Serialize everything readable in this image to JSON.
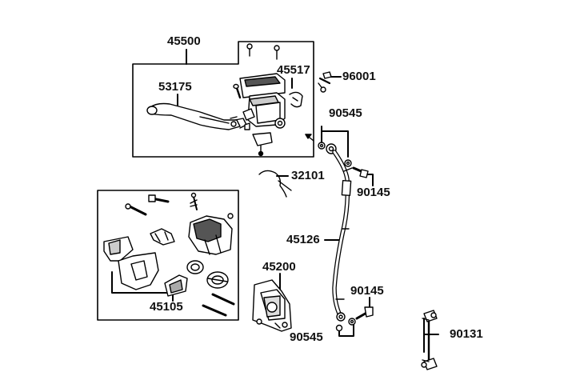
{
  "parts": [
    {
      "id": "p45500",
      "number": "45500"
    },
    {
      "id": "p45517",
      "number": "45517"
    },
    {
      "id": "p96001",
      "number": "96001"
    },
    {
      "id": "p53175",
      "number": "53175"
    },
    {
      "id": "p90545a",
      "number": "90545"
    },
    {
      "id": "p32101",
      "number": "32101"
    },
    {
      "id": "p90145a",
      "number": "90145"
    },
    {
      "id": "p45126",
      "number": "45126"
    },
    {
      "id": "p45200",
      "number": "45200"
    },
    {
      "id": "p45105",
      "number": "45105"
    },
    {
      "id": "p90145b",
      "number": "90145"
    },
    {
      "id": "p90545b",
      "number": "90545"
    },
    {
      "id": "p90131",
      "number": "90131"
    }
  ]
}
